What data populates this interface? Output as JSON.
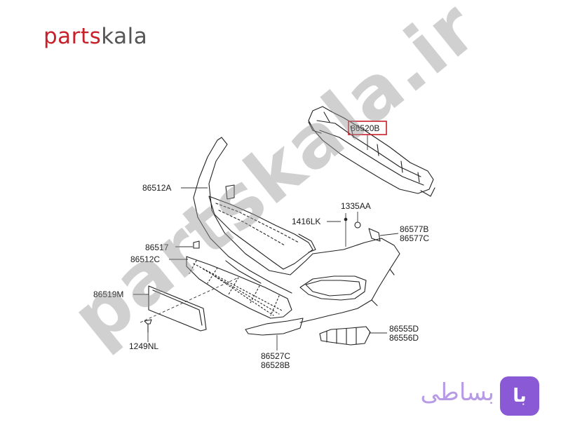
{
  "header": {
    "logo_part1": "parts",
    "logo_part2": "kala"
  },
  "watermark": {
    "text": "partskala.ir"
  },
  "footer": {
    "brand_text": "بساطی",
    "badge_text": "با"
  },
  "diagram": {
    "highlighted_part": "86520B",
    "labels": {
      "p86520B": "86520B",
      "p86512A": "86512A",
      "p1335AA": "1335AA",
      "p1416LK": "1416LK",
      "p86577B": "86577B",
      "p86577C": "86577C",
      "p86517": "86517",
      "p86512C": "86512C",
      "p86519M": "86519M",
      "p86555D": "86555D",
      "p86556D": "86556D",
      "p1249NL": "1249NL",
      "p86527C": "86527C",
      "p86528B": "86528B"
    }
  }
}
